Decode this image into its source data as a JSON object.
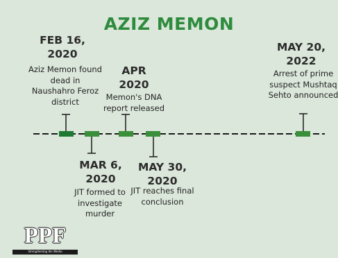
{
  "title": "AZIZ MEMON",
  "colors": {
    "background": "#dbe7db",
    "title": "#2e8b3e",
    "marker": "#1e7a32",
    "line": "#1a1a1a"
  },
  "events": [
    {
      "date": "FEB 16, 2020",
      "description": "Aziz Memon found dead in Naushahro Feroz district",
      "position": "above"
    },
    {
      "date": "MAR 6, 2020",
      "description": "JIT formed to investigate murder",
      "position": "below"
    },
    {
      "date": "APR 2020",
      "description": "Memon's DNA report released",
      "position": "above"
    },
    {
      "date": "MAY 30, 2020",
      "description": "JIT reaches final conclusion",
      "position": "below"
    },
    {
      "date": "MAY 20, 2022",
      "description": "Arrest of prime suspect Mushtaq Sehto announced",
      "position": "above"
    }
  ],
  "logo": {
    "text": "PPF",
    "tagline": "Strengthening the Media"
  }
}
